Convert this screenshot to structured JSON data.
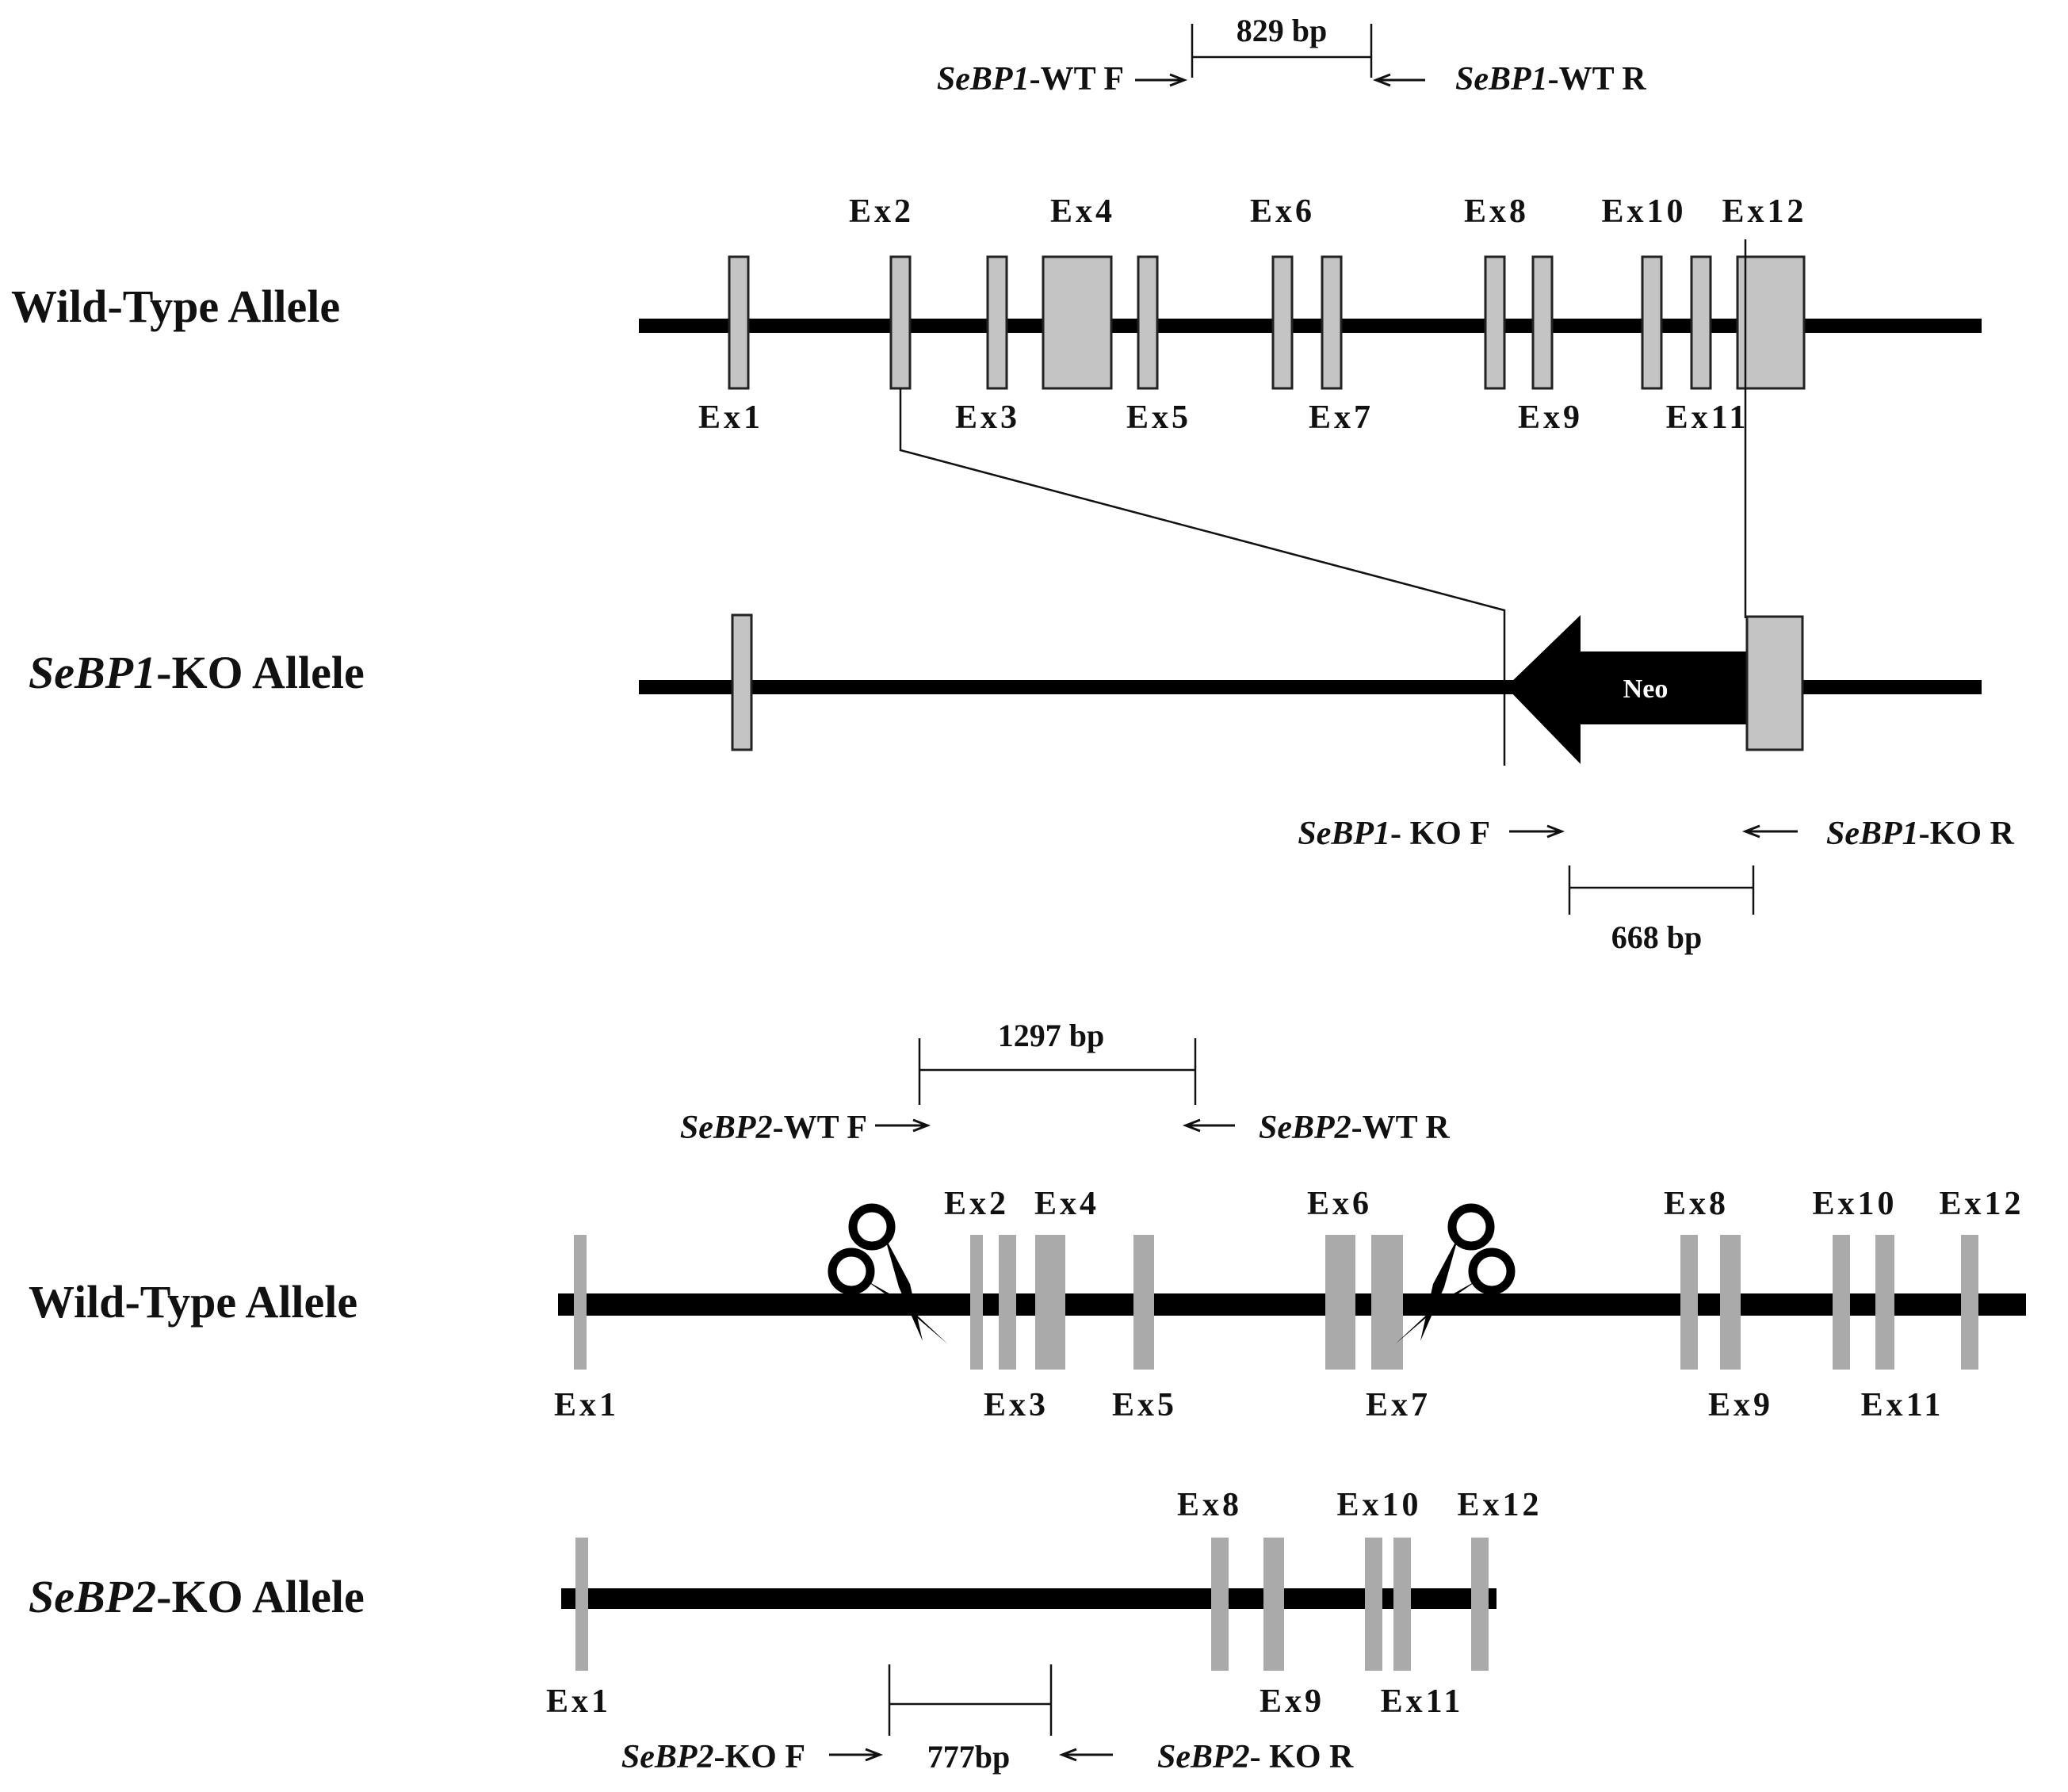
{
  "colors": {
    "backbone": "#000000",
    "exon_fill_sebp1": "#c4c4c4",
    "exon_fill_sebp2": "#aaaaaa",
    "neo_fill": "#000000",
    "neo_text": "#ffffff"
  },
  "icons": {
    "scissors": "scissors-icon"
  },
  "sebp1": {
    "wt_allele_label": "Wild-Type Allele",
    "ko_allele_label_gene": "SeBP1",
    "ko_allele_label_rest": "-KO Allele",
    "wt_exon_labels": [
      "Ex1",
      "Ex2",
      "Ex3",
      "Ex4",
      "Ex5",
      "Ex6",
      "Ex7",
      "Ex8",
      "Ex9",
      "Ex10",
      "Ex11",
      "Ex12"
    ],
    "wt_primers": {
      "forward_gene": "SeBP1",
      "forward_rest": "-WT F",
      "reverse_gene": "SeBP1",
      "reverse_rest": "-WT R",
      "product": "829 bp"
    },
    "cassette_label": "Neo",
    "ko_primers": {
      "forward_gene": "SeBP1",
      "forward_rest": "- KO F",
      "reverse_gene": "SeBP1",
      "reverse_rest": "-KO R",
      "product": "668 bp"
    }
  },
  "sebp2": {
    "wt_allele_label": "Wild-Type Allele",
    "ko_allele_label_gene": "SeBP2",
    "ko_allele_label_rest": "-KO Allele",
    "wt_exon_labels": [
      "Ex1",
      "Ex2",
      "Ex3",
      "Ex4",
      "Ex5",
      "Ex6",
      "Ex7",
      "Ex8",
      "Ex9",
      "Ex10",
      "Ex11",
      "Ex12"
    ],
    "ko_exon_labels": [
      "Ex1",
      "Ex8",
      "Ex9",
      "Ex10",
      "Ex11",
      "Ex12"
    ],
    "wt_primers": {
      "forward_gene": "SeBP2",
      "forward_rest": "-WT F",
      "reverse_gene": "SeBP2",
      "reverse_rest": "-WT R",
      "product": "1297 bp"
    },
    "ko_primers": {
      "forward_gene": "SeBP2",
      "forward_rest": "-KO F",
      "reverse_gene": "SeBP2",
      "reverse_rest": "- KO R",
      "product": "777bp"
    }
  }
}
